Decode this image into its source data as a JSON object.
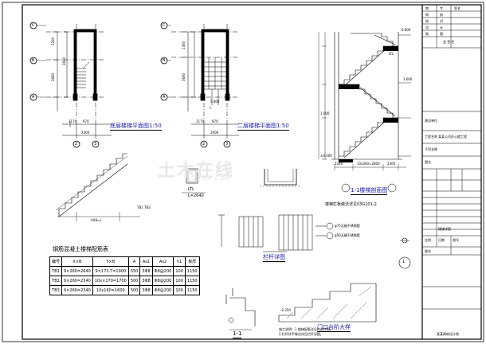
{
  "plan1": {
    "title": "底层楼梯平面图1:50",
    "axes": [
      "C",
      "B",
      "A"
    ],
    "axis_bottom": [
      "2",
      "3"
    ],
    "dims_v": [
      "1200",
      "3660",
      "3600"
    ],
    "dims_h": [
      "1170",
      "970",
      "2400"
    ]
  },
  "plan2": {
    "title": "二层楼梯平面图1:50",
    "axes": [
      "C",
      "B",
      "A"
    ],
    "axis_bottom": [
      "2",
      "3"
    ],
    "dims_v": [
      "1300",
      "3600"
    ],
    "dims_h": [
      "1170",
      "970",
      "2400"
    ],
    "label_up": "上",
    "elev": "5.800"
  },
  "section": {
    "title": "1-1楼梯剖面图",
    "note": "楼梯栏板做法详见03G101-2",
    "elevs": [
      "6.800",
      "3.600",
      "1.000",
      "±0.000"
    ],
    "ltl": "LTL",
    "dims_bottom": [
      "2340",
      "10x260=2600",
      "2400"
    ]
  },
  "tb_detail": {
    "labels": [
      "TB1 TB3"
    ],
    "formula": "XX8=L"
  },
  "ltl": {
    "label": "LTL",
    "length": "L=2640"
  },
  "rail": {
    "title": "栏杆详图",
    "notes": [
      "φ75无缝不锈钢管",
      "φ50无缝不锈钢管"
    ]
  },
  "step": {
    "title": "门口台阶大样",
    "elev": "-0.350",
    "label": "1-1",
    "circle": "1"
  },
  "table": {
    "title": "钢筋混凝土楼梯配筋表",
    "headers": [
      "编号",
      "X×B",
      "Y×B",
      "A",
      "As1",
      "As2",
      "h1",
      "板厚"
    ],
    "rows": [
      [
        "TB1",
        "9×260=2640",
        "9×172.7=1900",
        "550",
        "3Φ8",
        "Φ8@200",
        "100",
        "1150"
      ],
      [
        "TB2",
        "9×260=2340",
        "10x×170=1700",
        "500",
        "3Φ8",
        "Φ8@200",
        "100",
        "1150"
      ],
      [
        "TB3",
        "9×260=2340",
        "10x160=1600",
        "500",
        "3Φ8",
        "Φ8@200",
        "100",
        "1150"
      ]
    ]
  },
  "notes_bottom": [
    "施工说明：1.楼梯配筋详见构造详图。",
    "2.栏杆扶手做法详见栏杆详图。"
  ],
  "watermark": {
    "main": "土木在线",
    "sub": "COI88.COM"
  },
  "title_block": {
    "rows_top": [
      [
        "审",
        "专",
        "签名"
      ],
      [
        "审",
        "核",
        ""
      ],
      [
        "校",
        "对",
        ""
      ],
      [
        "设",
        "计",
        ""
      ],
      [
        "制",
        "图",
        ""
      ]
    ],
    "stamp": "会 签 栏",
    "fields": [
      "建设单位",
      "工程名称",
      "子项名称",
      "图名"
    ],
    "project": "某某公司办公楼工程",
    "drawing": "楼梯详图",
    "bottom": [
      "比例",
      "日期",
      "图号",
      "版本"
    ],
    "footnote": "某某建筑设计院"
  }
}
